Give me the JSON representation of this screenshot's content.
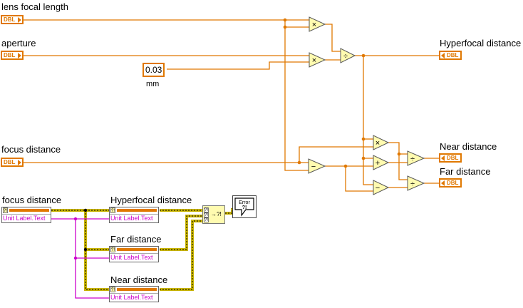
{
  "controls": {
    "lens_focal_length": {
      "label": "lens focal length",
      "type": "DBL"
    },
    "aperture": {
      "label": "aperture",
      "type": "DBL"
    },
    "focus_distance": {
      "label": "focus distance",
      "type": "DBL"
    }
  },
  "constant": {
    "value": "0.03",
    "unit": "mm"
  },
  "indicators": {
    "hyperfocal": {
      "label": "Hyperfocal distance",
      "type": "DBL"
    },
    "near": {
      "label": "Near distance",
      "type": "DBL"
    },
    "far": {
      "label": "Far distance",
      "type": "DBL"
    }
  },
  "operators": {
    "multiply": "×",
    "divide": "÷",
    "add": "+",
    "subtract": "−"
  },
  "unit_checks": [
    {
      "label": "focus distance",
      "row_text": "Unit Label.Text"
    },
    {
      "label": "Hyperfocal distance",
      "row_text": "Unit Label.Text"
    },
    {
      "label": "Far distance",
      "row_text": "Unit Label.Text"
    },
    {
      "label": "Near distance",
      "row_text": "Unit Label.Text"
    }
  ],
  "merge_node": {
    "in_tag": "?!",
    "out_label": "→?!"
  },
  "error_indicator": {
    "line1": "Error",
    "line2": "?!"
  },
  "colors": {
    "dbl_wire": "#e07800",
    "error_wire": "#c8b400",
    "string_wire": "#cc00cc"
  }
}
